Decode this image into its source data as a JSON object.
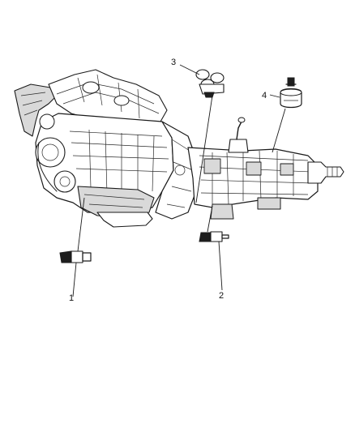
{
  "diagram": {
    "callouts": [
      {
        "id": "1",
        "label": "1"
      },
      {
        "id": "2",
        "label": "2"
      },
      {
        "id": "3",
        "label": "3"
      },
      {
        "id": "4",
        "label": "4"
      }
    ],
    "colors": {
      "ink": "#1a1a1a",
      "background": "#ffffff"
    },
    "icons": [
      "engine-transmission-assembly-icon",
      "sensor-icon"
    ]
  }
}
